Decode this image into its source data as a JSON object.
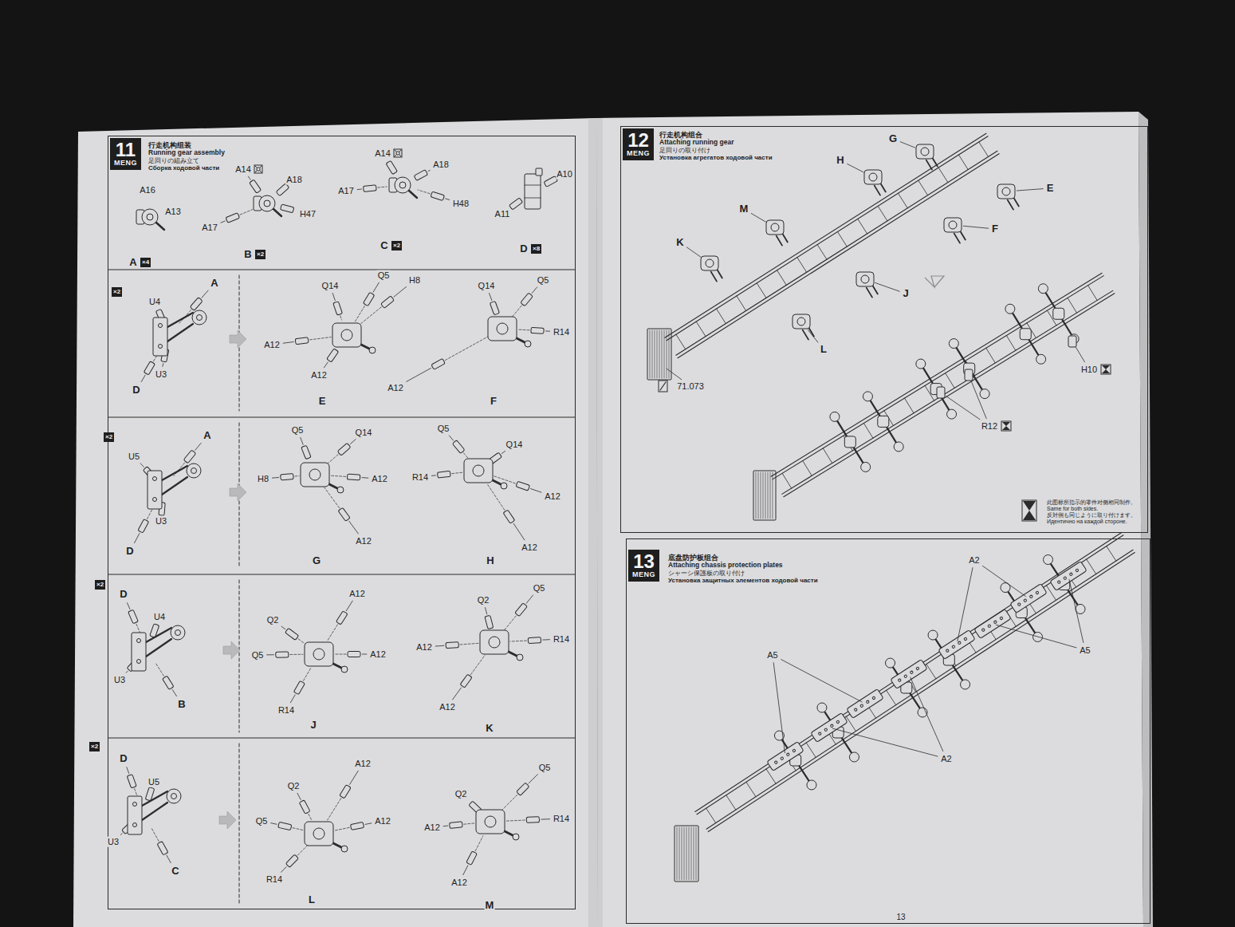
{
  "diagram": {
    "nodes": [
      {
        "text": [
          "行走机构组装",
          "Running gear assembly",
          "足回りの組み立て",
          "Сборка ходовой части"
        ]
      },
      {
        "text": [
          "11",
          "MENG"
        ],
        "in": 0
      },
      {
        "text": [
          "×4"
        ],
        "in": 0
      },
      {
        "text": [
          "×2"
        ],
        "in": 0
      },
      {
        "text": [
          "×2"
        ],
        "in": 0
      },
      {
        "text": [
          "×8"
        ],
        "in": 0
      },
      {
        "text": [
          "×2"
        ],
        "in": 0
      },
      {
        "text": [
          "×2"
        ],
        "in": 0
      },
      {
        "text": [
          "×2"
        ],
        "in": 0
      },
      {
        "text": [
          "×2"
        ],
        "in": 0
      },
      {
        "text": [
          "行走机构组合",
          "Attaching running gear",
          "足回りの取り付け",
          "Установка агрегатов ходовой части"
        ]
      },
      {
        "text": [
          "12",
          "MENG"
        ],
        "in": 10
      },
      {
        "text": [
          "底盘防护板组合",
          "Attaching chassis protection plates",
          "シャーシ保護板の取り付け",
          "Установка защитных элементов ходовой части"
        ]
      },
      {
        "text": [
          "13",
          "MENG"
        ],
        "in": 12
      }
    ],
    "labels": [
      "A16",
      "A13",
      "A",
      "A14",
      "A18",
      "A17",
      "H47",
      "B",
      "A14",
      "A18",
      "A17",
      "H48",
      "C",
      "A10",
      "A11",
      "D",
      "A",
      "U4",
      "U3",
      "D",
      "Q14",
      "Q5",
      "H8",
      "A12",
      "A12",
      "E",
      "Q14",
      "Q5",
      "R14",
      "A12",
      "F",
      "A",
      "U5",
      "U3",
      "D",
      "Q5",
      "Q14",
      "H8",
      "A12",
      "A12",
      "G",
      "Q5",
      "Q14",
      "R14",
      "A12",
      "A12",
      "H",
      "D",
      "U4",
      "U3",
      "B",
      "A12",
      "Q2",
      "A12",
      "Q5",
      "R14",
      "J",
      "Q2",
      "Q5",
      "A12",
      "R14",
      "A12",
      "K",
      "D",
      "U5",
      "U3",
      "C",
      "A12",
      "Q2",
      "A12",
      "Q5",
      "R14",
      "L",
      "Q2",
      "Q5",
      "R14",
      "A12",
      "A12",
      "M",
      "G",
      "H",
      "E",
      "M",
      "F",
      "K",
      "J",
      "L",
      "71.073",
      "H10",
      "R12",
      "此图标所指示的零件对侧相同制作。",
      "Same for both sides.",
      "反対側も同じように取り付けます。",
      "Идентично на каждой стороне.",
      "A2",
      "A5",
      "A5",
      "A2",
      "13"
    ]
  }
}
